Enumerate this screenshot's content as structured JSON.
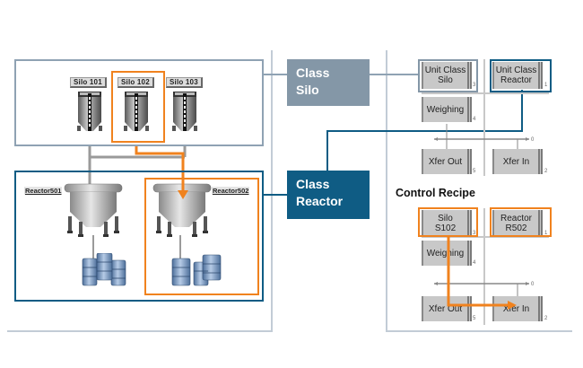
{
  "colors": {
    "orange_highlight": "#f0821e",
    "class_silo_bg": "#8497a7",
    "class_reactor_bg": "#0f5c84",
    "panel_border": "#c2ccd6"
  },
  "plant_view": {
    "silos": [
      {
        "label": "Silo 101",
        "selected": false
      },
      {
        "label": "Silo 102",
        "selected": true
      },
      {
        "label": "Silo 103",
        "selected": false
      }
    ],
    "reactors": [
      {
        "label": "Reactor501",
        "selected": false
      },
      {
        "label": "Reactor502",
        "selected": true
      }
    ]
  },
  "classes": {
    "silo": {
      "line1": "Class",
      "line2": "Silo"
    },
    "reactor": {
      "line1": "Class",
      "line2": "Reactor"
    }
  },
  "master_recipe": {
    "units": [
      {
        "line1": "Unit Class",
        "line2": "Silo",
        "number": "3"
      },
      {
        "line1": "Unit Class",
        "line2": "Reactor",
        "number": "1"
      },
      {
        "line1": "Weighing",
        "line2": "",
        "number": "4"
      },
      {
        "line1": "Xfer Out",
        "line2": "",
        "number": "5"
      },
      {
        "line1": "Xfer In",
        "line2": "",
        "number": "2"
      }
    ],
    "sync_number": "0"
  },
  "control_recipe": {
    "title": "Control Recipe",
    "units": [
      {
        "line1": "Silo",
        "line2": "S102",
        "number": "3"
      },
      {
        "line1": "Reactor",
        "line2": "R502",
        "number": "1"
      },
      {
        "line1": "Weighing",
        "line2": "",
        "number": "4"
      },
      {
        "line1": "Xfer Out",
        "line2": "",
        "number": "5"
      },
      {
        "line1": "Xfer In",
        "line2": "",
        "number": "2"
      }
    ],
    "sync_number": "0"
  }
}
